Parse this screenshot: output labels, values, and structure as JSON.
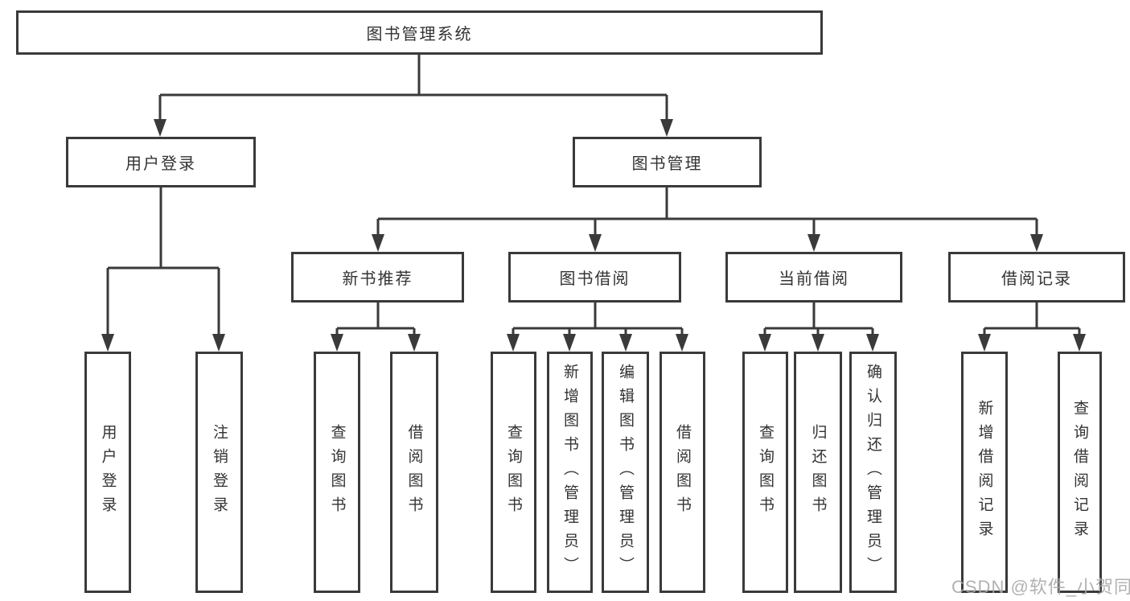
{
  "nodes": {
    "root": "图书管理系统",
    "user_login": "用户登录",
    "book_mgmt": "图书管理",
    "new_book_rec": "新书推荐",
    "book_borrow": "图书借阅",
    "current_borrow": "当前借阅",
    "borrow_record": "借阅记录",
    "leaf_user_login": "用户登录",
    "leaf_logout": "注销登录",
    "leaf_query_book_1": "查询图书",
    "leaf_borrow_book_1": "借阅图书",
    "leaf_query_book_2": "查询图书",
    "leaf_add_book": "新增图书（管理员）",
    "leaf_edit_book": "编辑图书（管理员）",
    "leaf_borrow_book_2": "借阅图书",
    "leaf_query_book_3": "查询图书",
    "leaf_return_book": "归还图书",
    "leaf_confirm_return": "确认归还（管理员）",
    "leaf_add_record": "新增借阅记录",
    "leaf_query_record": "查询借阅记录"
  },
  "watermark": {
    "text": "CSDN @软件_小贺同学"
  },
  "colors": {
    "line": "#3a3a3a",
    "box_border": "#3a3a3a",
    "box_background": "#ffffff",
    "text": "#333333",
    "watermark": "#a8a8a8",
    "background": "#ffffff"
  }
}
